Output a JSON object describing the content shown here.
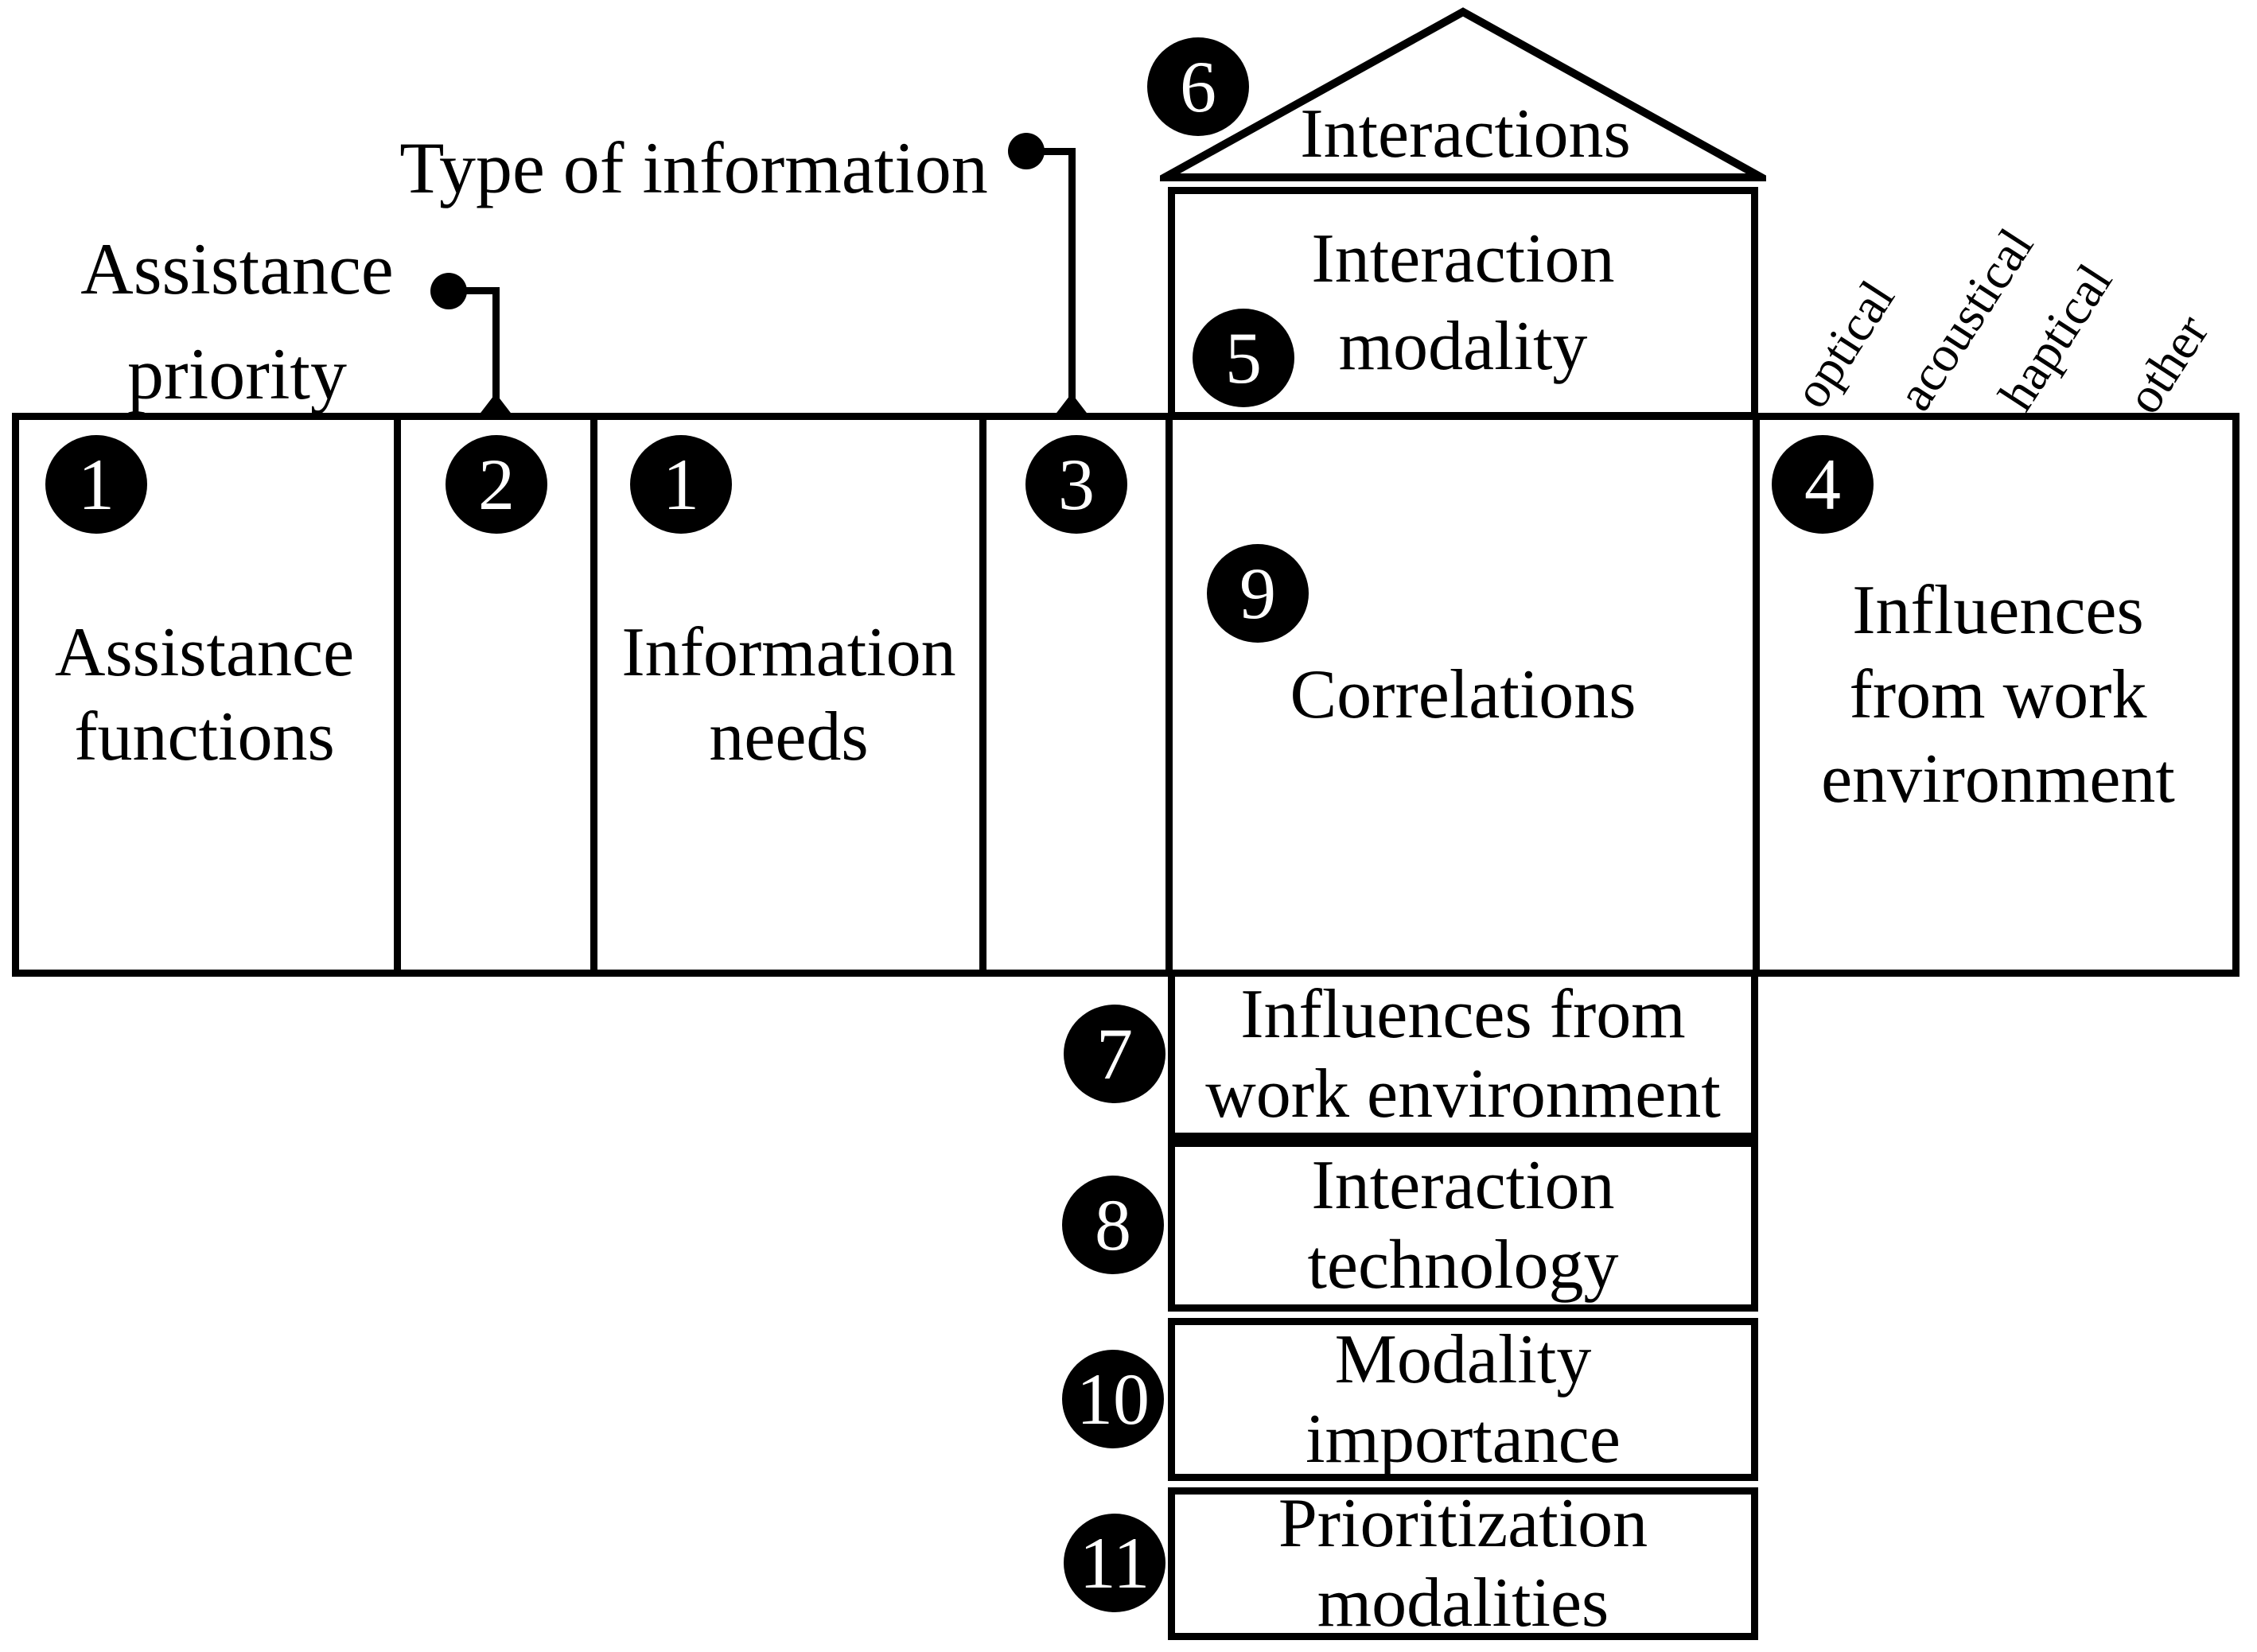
{
  "colors": {
    "ink": "#000000",
    "paper": "#ffffff"
  },
  "callouts": {
    "type_of_information": {
      "label": "Type of information"
    },
    "assistance_priority": {
      "line1": "Assistance",
      "line2": "priority"
    }
  },
  "roof": {
    "badge": "6",
    "label": "Interactions"
  },
  "interaction_modality": {
    "badge": "5",
    "line1": "Interaction",
    "line2": "modality"
  },
  "modality_columns": [
    "optical",
    "acoustical",
    "haptical",
    "other"
  ],
  "main_row": {
    "assistance_functions": {
      "badge": "1",
      "line1": "Assistance",
      "line2": "functions"
    },
    "assistance_priority_column": {
      "badge": "2"
    },
    "information_needs": {
      "badge": "1",
      "line1": "Information",
      "line2": "needs"
    },
    "type_of_information_column": {
      "badge": "3"
    },
    "correlations": {
      "badge": "9",
      "label": "Correlations"
    },
    "work_environment": {
      "badge": "4",
      "line1": "Influences",
      "line2": "from work",
      "line3": "environment"
    }
  },
  "bottom_rows": [
    {
      "badge": "7",
      "line1": "Influences from",
      "line2": "work environment"
    },
    {
      "badge": "8",
      "line1": "Interaction",
      "line2": "technology"
    },
    {
      "badge": "10",
      "line1": "Modality",
      "line2": "importance"
    },
    {
      "badge": "11",
      "line1": "Prioritization",
      "line2": "modalities"
    }
  ]
}
